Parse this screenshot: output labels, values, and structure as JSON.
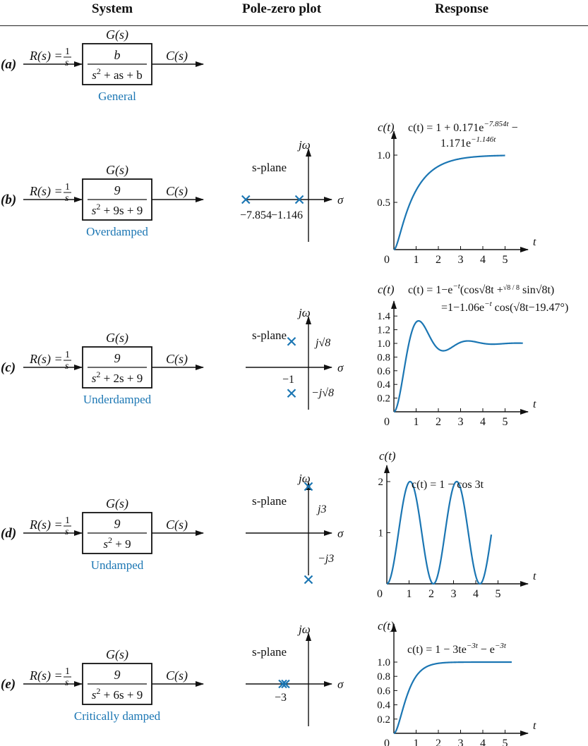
{
  "headers": {
    "system": "System",
    "pole_zero": "Pole-zero plot",
    "response": "Response"
  },
  "colors": {
    "accent": "#1b76b3",
    "ink": "#111111"
  },
  "block_common": {
    "gs": "G(s)",
    "output": "C(s)",
    "input_left": "R(s) = ",
    "input_num": "1",
    "input_den": "s"
  },
  "splane": {
    "plane_label": "s-plane",
    "jw": "jω",
    "sigma": "σ"
  },
  "rows": [
    {
      "id": "a",
      "label": "(a)",
      "num": "b",
      "den_base": "s",
      "den_exp": "2",
      "den_rest": " + as + b",
      "type": "General"
    },
    {
      "id": "b",
      "label": "(b)",
      "num": "9",
      "den_base": "s",
      "den_exp": "2",
      "den_rest": " + 9s  + 9",
      "type": "Overdamped",
      "poles": [
        {
          "re": -7.854,
          "im": 0
        },
        {
          "re": -1.146,
          "im": 0
        }
      ],
      "pole_labels": [
        "−7.854",
        "−1.146"
      ],
      "response": {
        "ylabel": "c(t)",
        "eq_line1": "c(t) = 1 + 0.171e",
        "eq_line1_exp": "−7.854t",
        "eq_line1_tail": " −",
        "eq_line2": "1.171e",
        "eq_line2_exp": "−1.146t",
        "yticks": [
          "1.0",
          "0.5"
        ],
        "xticks": [
          "0",
          "1",
          "2",
          "3",
          "4",
          "5"
        ],
        "xlabel": "t"
      }
    },
    {
      "id": "c",
      "label": "(c)",
      "num": "9",
      "den_base": "s",
      "den_exp": "2",
      "den_rest": " + 2s + 9",
      "type": "Underdamped",
      "poles": [
        {
          "re": -1,
          "im": 2.828
        },
        {
          "re": -1,
          "im": -2.828
        }
      ],
      "pole_labels": [
        "j√8",
        "−j√8",
        "−1"
      ],
      "response": {
        "ylabel": "c(t)",
        "eq_line1": "c(t) = 1−e",
        "eq_line1_exp": "−t",
        "eq_line1_mid": "(cos√8t +",
        "eq_frac": "√8 / 8",
        "eq_line1_tail": " sin√8t)",
        "eq_line2": "=1−1.06e",
        "eq_line2_exp": "−t",
        "eq_line2_tail": " cos(√8t−19.47°)",
        "yticks": [
          "1.4",
          "1.2",
          "1.0",
          "0.8",
          "0.6",
          "0.4",
          "0.2"
        ],
        "xticks": [
          "0",
          "1",
          "2",
          "3",
          "4",
          "5"
        ],
        "xlabel": "t"
      }
    },
    {
      "id": "d",
      "label": "(d)",
      "num": "9",
      "den_base": "s",
      "den_exp": "2",
      "den_rest": " + 9",
      "type": "Undamped",
      "poles": [
        {
          "re": 0,
          "im": 3
        },
        {
          "re": 0,
          "im": -3
        }
      ],
      "pole_labels": [
        "j3",
        "−j3"
      ],
      "response": {
        "ylabel": "c(t)",
        "eq_line1": "c(t) = 1 − cos 3t",
        "yticks": [
          "2",
          "1"
        ],
        "xticks": [
          "0",
          "1",
          "2",
          "3",
          "4",
          "5"
        ],
        "xlabel": "t"
      }
    },
    {
      "id": "e",
      "label": "(e)",
      "num": "9",
      "den_base": "s",
      "den_exp": "2",
      "den_rest": " + 6s + 9",
      "type": "Critically damped",
      "poles": [
        {
          "re": -3,
          "im": 0
        },
        {
          "re": -3,
          "im": 0
        }
      ],
      "pole_labels": [
        "−3"
      ],
      "response": {
        "ylabel": "c(t)",
        "eq_line1": "c(t) = 1 − 3te",
        "eq_line1_exp": "−3t",
        "eq_line1_mid": " − e",
        "eq_line1_exp2": "−3t",
        "yticks": [
          "1.0",
          "0.8",
          "0.6",
          "0.4",
          "0.2"
        ],
        "xticks": [
          "0",
          "1",
          "2",
          "3",
          "4",
          "5"
        ],
        "xlabel": "t"
      }
    }
  ]
}
